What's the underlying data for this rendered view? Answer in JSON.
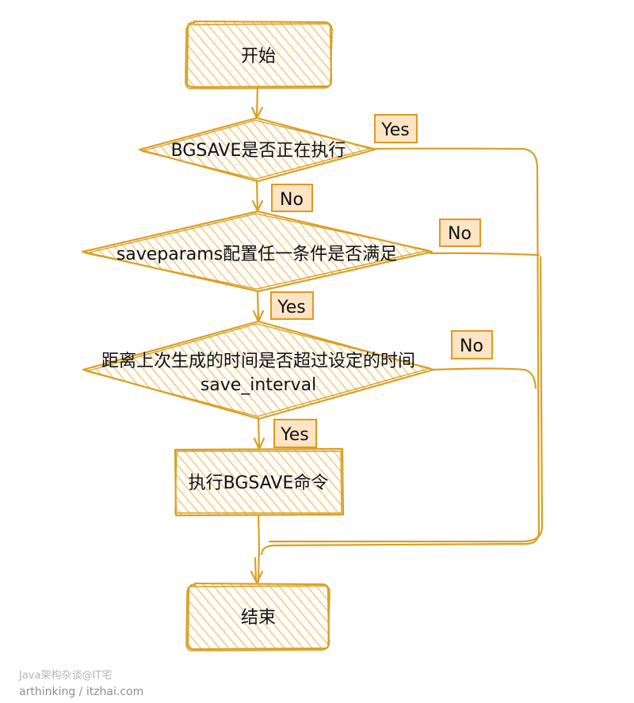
{
  "colors": {
    "stroke": "#d9a024",
    "hatch": "#f4c97d",
    "label_fill": "#fde4c4",
    "label_stroke": "#e0991f"
  },
  "nodes": {
    "start": "开始",
    "bgsave_check": "BGSAVE是否正在执行",
    "saveparams_check": "saveparams配置任一条件是否满足",
    "interval_check_line1": "距离上次生成的时间是否超过设定的时间",
    "interval_check_line2": "save_interval",
    "exec_bgsave": "执行BGSAVE命令",
    "end": "结束"
  },
  "edge_labels": {
    "bgsave_yes": "Yes",
    "bgsave_no": "No",
    "saveparams_no": "No",
    "saveparams_yes": "Yes",
    "interval_no": "No",
    "interval_yes": "Yes"
  },
  "watermark": {
    "line1": "Java架构杂谈@IT宅",
    "line2": "arthinking / itzhai.com"
  }
}
